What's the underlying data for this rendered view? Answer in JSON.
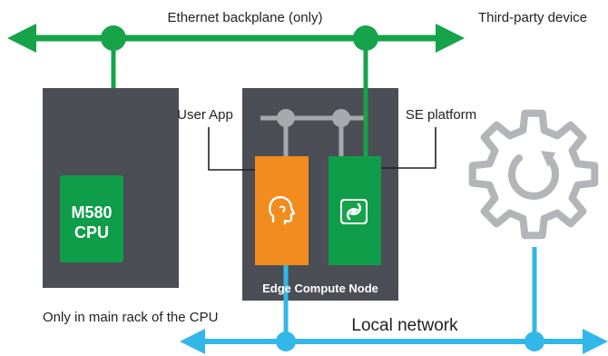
{
  "labels": {
    "ethernet_backplane": "Ethernet backplane (only)",
    "third_party_device": "Third-party device",
    "user_app": "User App",
    "se_platform": "SE platform",
    "cpu_line1": "M580",
    "cpu_line2": "CPU",
    "edge_compute_node": "Edge Compute Node",
    "main_rack_note": "Only in main rack of the CPU",
    "local_network": "Local network"
  },
  "colors": {
    "ethernet_green": "#16a34a",
    "module_green": "#0f9d4a",
    "local_network_blue": "#33b7e8",
    "rack_gray": "#4b4e54",
    "connector_gray": "#a7a9ac",
    "user_app_orange": "#f28c1e",
    "device_gray": "#b3b5b8"
  },
  "icons": {
    "user_app": "head-profile-icon",
    "se_platform": "schneider-logo-icon",
    "third_party_device": "gear-icon"
  }
}
